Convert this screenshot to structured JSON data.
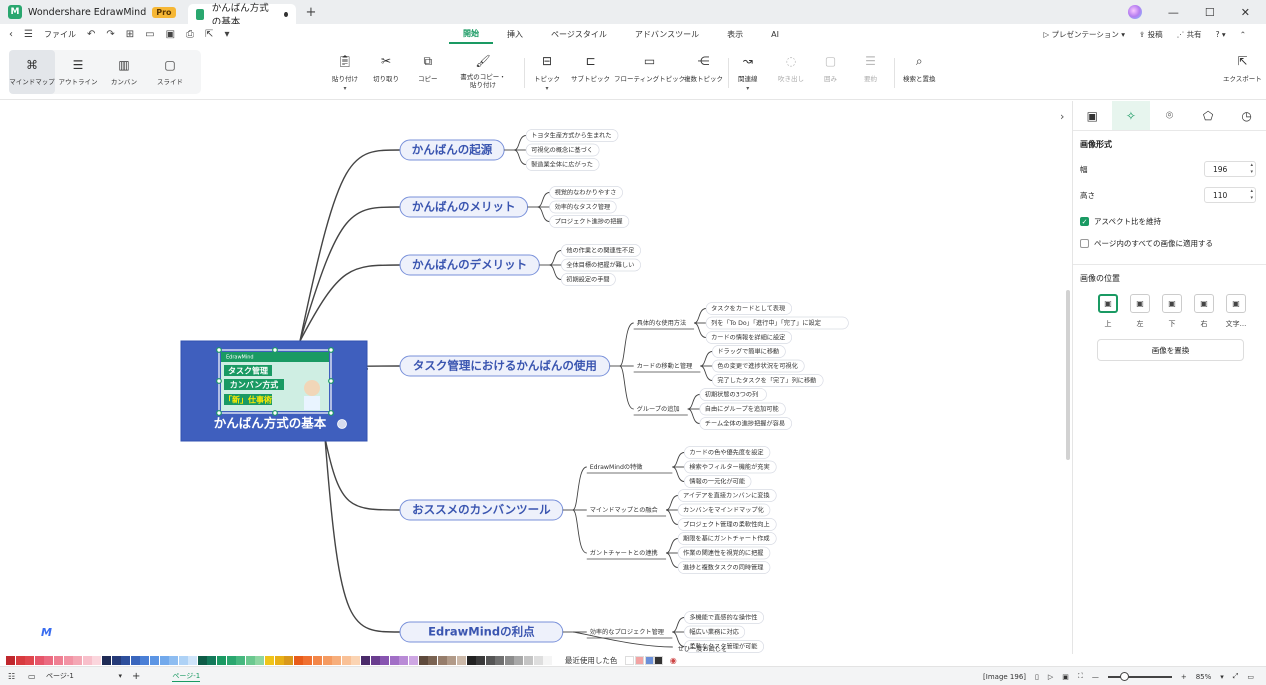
{
  "app": {
    "name": "Wondershare EdrawMind",
    "pro": "Pro",
    "doc_title": "かんばん方式の基本"
  },
  "menu": {
    "file": "ファイル",
    "tabs": [
      "開始",
      "挿入",
      "ページスタイル",
      "アドバンスツール",
      "表示",
      "AI"
    ],
    "active_tab": "開始",
    "presentation": "プレゼンテーション",
    "publish": "投稿",
    "share": "共有",
    "help": "?"
  },
  "views": [
    {
      "label": "マインドマップ",
      "icon": "mindmap-icon"
    },
    {
      "label": "アウトライン",
      "icon": "outline-icon"
    },
    {
      "label": "カンバン",
      "icon": "kanban-icon"
    },
    {
      "label": "スライド",
      "icon": "slide-icon"
    }
  ],
  "tools": {
    "paste": "貼り付け",
    "cut": "切り取り",
    "copy": "コピー",
    "format_paste": "書式のコピー・貼り付け",
    "topic": "トピック",
    "subtopic": "サブトピック",
    "floating": "フローティングトピック",
    "multi": "複数トピック",
    "relation": "関連線",
    "callout": "吹き出し",
    "boundary": "囲み",
    "summary": "要約",
    "find": "検索と置換",
    "export": "エクスポート"
  },
  "mindmap": {
    "central": "かんばん方式の基本",
    "image_text": {
      "l1": "タスク管理",
      "l2": "カンバン方式",
      "l3": "「新」仕事術",
      "brand": "EdrawMind"
    },
    "branches": [
      {
        "title": "かんばんの起源",
        "children": [
          "トヨタ生産方式から生まれた",
          "可視化の概念に基づく",
          "製造業全体に広がった"
        ]
      },
      {
        "title": "かんばんのメリット",
        "children": [
          "視覚的なわかりやすさ",
          "効率的なタスク管理",
          "プロジェクト進捗の把握"
        ]
      },
      {
        "title": "かんばんのデメリット",
        "children": [
          "他の作業との関連性不足",
          "全体目標の把握が難しい",
          "初期設定の手間"
        ]
      },
      {
        "title": "タスク管理におけるかんばんの使用",
        "groups": [
          {
            "title": "具体的な使用方法",
            "children": [
              "タスクをカードとして表現",
              "列を「To Do」「進行中」「完了」に設定",
              "カードの情報を詳細に設定"
            ]
          },
          {
            "title": "カードの移動と管理",
            "children": [
              "ドラッグで簡単に移動",
              "色の変更で進捗状況を可視化",
              "完了したタスクを「完了」列に移動"
            ]
          },
          {
            "title": "グループの追加",
            "children": [
              "初期状態の3つの列",
              "自由にグループを追加可能",
              "チーム全体の進捗把握が容易"
            ]
          }
        ]
      },
      {
        "title": "おススメのカンバンツール",
        "groups": [
          {
            "title": "EdrawMindの特徴",
            "children": [
              "カードの色や優先度を設定",
              "検索やフィルター機能が充実",
              "情報の一元化が可能"
            ]
          },
          {
            "title": "マインドマップとの融合",
            "children": [
              "アイデアを直接カンバンに変換",
              "カンバンをマインドマップ化",
              "プロジェクト管理の柔軟性向上"
            ]
          },
          {
            "title": "ガントチャートとの連携",
            "children": [
              "期限を基にガントチャート作成",
              "作業の関連性を視覚的に把握",
              "進捗と複数タスクの同時管理"
            ]
          }
        ]
      },
      {
        "title": "EdrawMindの利点",
        "groups": [
          {
            "title": "効率的なプロジェクト管理",
            "children": [
              "多機能で直感的な操作性",
              "幅広い業務に対応",
              "柔軟なタスク管理が可能"
            ]
          }
        ],
        "extra": "ぜひ一度お試しを"
      }
    ]
  },
  "panel": {
    "section_title": "画像形式",
    "width_label": "幅",
    "width_value": "196",
    "height_label": "高さ",
    "height_value": "110",
    "keep_aspect": "アスペクト比を維持",
    "apply_all": "ページ内のすべての画像に適用する",
    "position_title": "画像の位置",
    "positions": [
      "上",
      "左",
      "下",
      "右",
      "文字..."
    ],
    "replace": "画像を置換"
  },
  "status": {
    "page_select": "ページ-1",
    "page_tab": "ページ-1",
    "image_info": "[Image 196]",
    "zoom": "85%",
    "recent": "最近使用した色"
  },
  "colors": {
    "accent": "#1a9a63",
    "central_fill": "#3f5fbe",
    "swatches": [
      "#c0272d",
      "#d83b3f",
      "#e0464d",
      "#e6566a",
      "#eb6a80",
      "#ef7f92",
      "#f293a4",
      "#f4a7b4",
      "#f8c0cb",
      "#fbd6dd",
      "#1f2b55",
      "#253a78",
      "#2e4f9c",
      "#3a66bd",
      "#4a7fd6",
      "#5c95e4",
      "#72a9ec",
      "#8ebdf1",
      "#aed2f6",
      "#cfe4fa",
      "#0e5c47",
      "#137a5a",
      "#1a9a63",
      "#2aa76f",
      "#46b87f",
      "#6bc88f",
      "#8ed6a2",
      "#f0c419",
      "#e8b017",
      "#d9981b",
      "#e85c1a",
      "#f07030",
      "#f38648",
      "#f59b61",
      "#f7ae7b",
      "#f9c197",
      "#fbd4b3",
      "#4a2a6a",
      "#6a3d8f",
      "#8754b0",
      "#a16fc6",
      "#b98bd6",
      "#cea7e3",
      "#5e4a3c",
      "#7a6352",
      "#967d6b",
      "#b19a88",
      "#cbb8a8",
      "#222222",
      "#3a3a3a",
      "#555555",
      "#707070",
      "#8c8c8c",
      "#a8a8a8",
      "#c4c4c4",
      "#dedede",
      "#f5f5f5"
    ],
    "recent": [
      "#ffffff",
      "#f2a3a3",
      "#6a8fd8",
      "#333333"
    ]
  }
}
